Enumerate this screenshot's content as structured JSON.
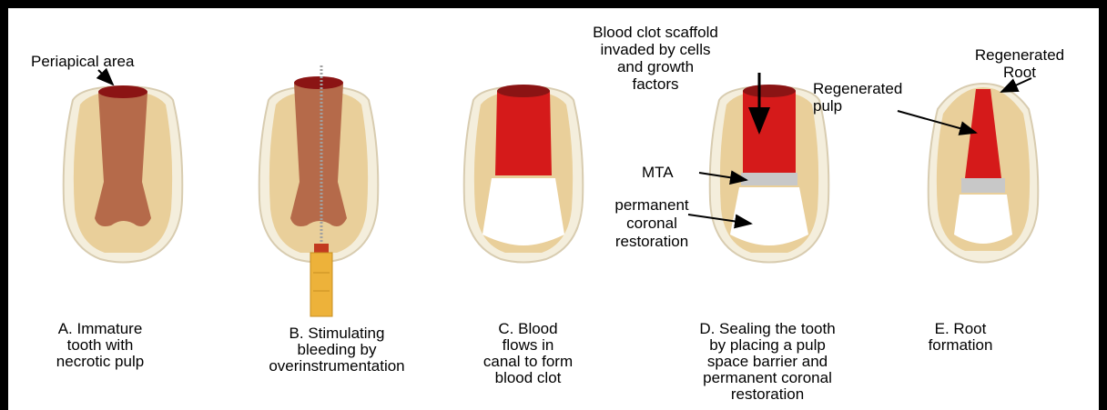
{
  "panels": [
    {
      "caption": "A. Immature\ntooth with\nnecrotic pulp"
    },
    {
      "caption": "B. Stimulating\nbleeding by\noverinstrumentation"
    },
    {
      "caption": "C. Blood\nflows in\ncanal to form\nblood clot"
    },
    {
      "caption": "D. Sealing the tooth\nby placing a pulp\nspace barrier and\npermanent coronal\nrestoration"
    },
    {
      "caption": "E. Root\nformation"
    }
  ],
  "labels": {
    "periapical": "Periapical area",
    "scaffold": "Blood clot scaffold\ninvaded by cells\nand growth\nfactors",
    "mta": "MTA",
    "restoration": "permanent\ncoronal\nrestoration",
    "regen_root": "Regenerated\nRoot",
    "regen_pulp": "Regenerated\npulp"
  },
  "colors": {
    "dentin": "#E9CF9A",
    "enamel": "#F4EEDC",
    "necrotic_pulp": "#B56A4A",
    "blood": "#D51A1A",
    "dark_blood": "#8B1414",
    "mta": "#C8C8C8",
    "handle": "#EDB23A"
  }
}
